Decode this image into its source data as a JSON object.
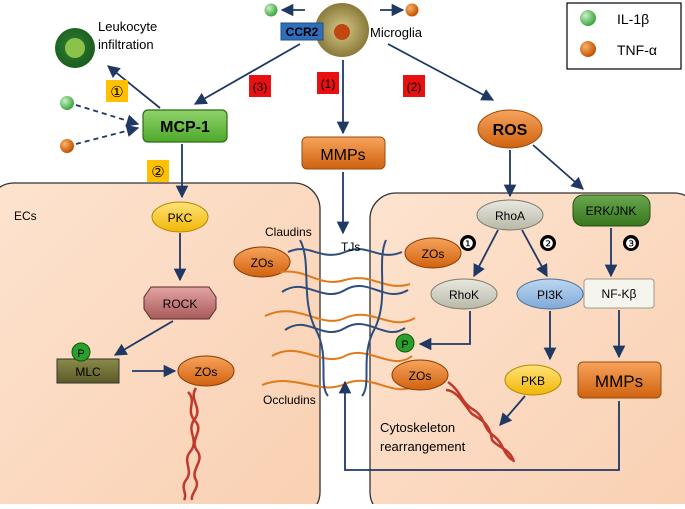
{
  "legend": {
    "il1b": "IL-1β",
    "tnfa": "TNF-α",
    "colors": {
      "il1b": "#4caf50",
      "tnfa": "#d35400"
    }
  },
  "top": {
    "microglia": "Microglia",
    "ccr2": "CCR2",
    "leukocyte_line1": "Leukocyte",
    "leukocyte_line2": "infiltration"
  },
  "badges": {
    "yellow_1": "①",
    "yellow_2": "②",
    "red_3": "(3)",
    "red_1": "(1)",
    "red_2": "(2)",
    "black_1": "❶",
    "black_2": "❷",
    "black_3": "❸"
  },
  "nodes": {
    "mcp1": "MCP-1",
    "mmps_top": "MMPs",
    "ros": "ROS",
    "pkc": "PKC",
    "rock": "ROCK",
    "mlc": "MLC",
    "p_left": "P",
    "zos_left_bottom": "ZOs",
    "zos_left_mid": "ZOs",
    "zos_right_top": "ZOs",
    "zos_right_bottom": "ZOs",
    "rhoa": "RhoA",
    "erk_jnk": "ERK/JNK",
    "rhok": "RhoK",
    "pi3k": "PI3K",
    "nfkb": "NF-Kβ",
    "p_right": "P",
    "pkb": "PKB",
    "mmps_bottom": "MMPs"
  },
  "labels": {
    "ecs": "ECs",
    "claudins": "Claudins",
    "tjs": "TJs",
    "occludins": "Occludins",
    "cyto_line1": "Cytoskeleton",
    "cyto_line2": "rearrangement"
  }
}
